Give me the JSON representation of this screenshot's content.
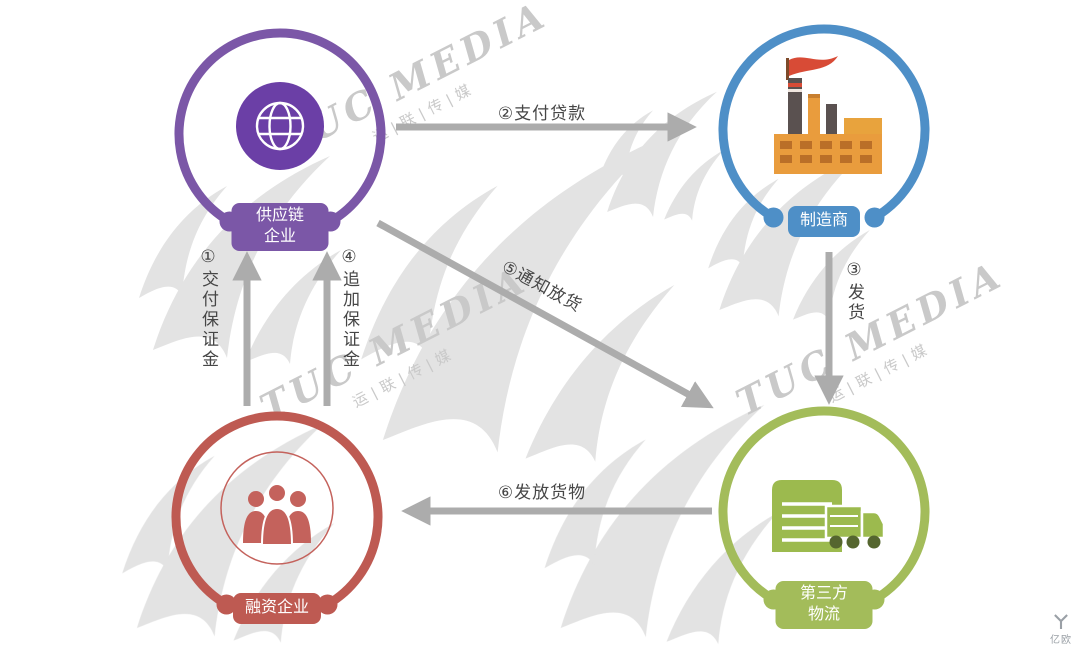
{
  "nodes": {
    "supply_chain": {
      "label_line1": "供应链",
      "label_line2": "企业",
      "color": "#7B57A7",
      "icon": "globe-icon",
      "icon_color": "#6B3FA6"
    },
    "manufacturer": {
      "label": "制造商",
      "color": "#4E8FC7",
      "icon": "factory-icon"
    },
    "financing": {
      "label": "融资企业",
      "color": "#BE5A52",
      "icon": "people-icon"
    },
    "logistics": {
      "label_line1": "第三方",
      "label_line2": "物流",
      "color": "#A3BC5A",
      "icon": "warehouse-truck-icon"
    }
  },
  "flows": {
    "deposit": "①交付保证金",
    "pay_loan": "②支付贷款",
    "ship": "③发货",
    "additional_deposit": "④追加保证金",
    "notify_release": "⑤通知放货",
    "release_goods": "⑥发放货物"
  },
  "watermark": {
    "brand": "TUC MEDIA",
    "tagline": "运|联|传|媒"
  },
  "corner_logo": "亿欧",
  "colors": {
    "arrow": "#ACACAC",
    "watermark_text": "#C9C9C9",
    "swoosh": "#D0D0D0",
    "flow_label_text": "#464646",
    "background": "#FFFFFF"
  }
}
